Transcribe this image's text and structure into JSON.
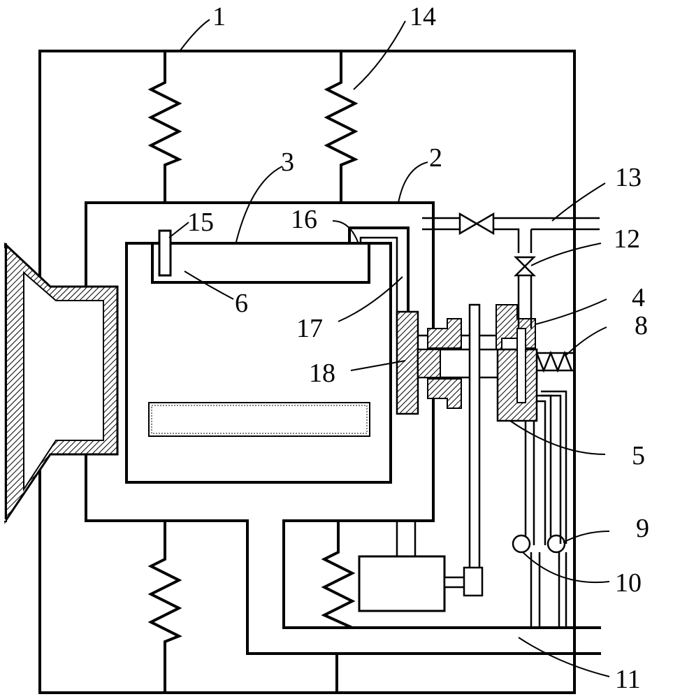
{
  "labels": {
    "l1": "1",
    "l2": "2",
    "l3": "3",
    "l4": "4",
    "l5": "5",
    "l6": "6",
    "l8": "8",
    "l9": "9",
    "l10": "10",
    "l11": "11",
    "l12": "12",
    "l13": "13",
    "l14": "14",
    "l15": "15",
    "l16": "16",
    "l17": "17",
    "l18": "18"
  }
}
